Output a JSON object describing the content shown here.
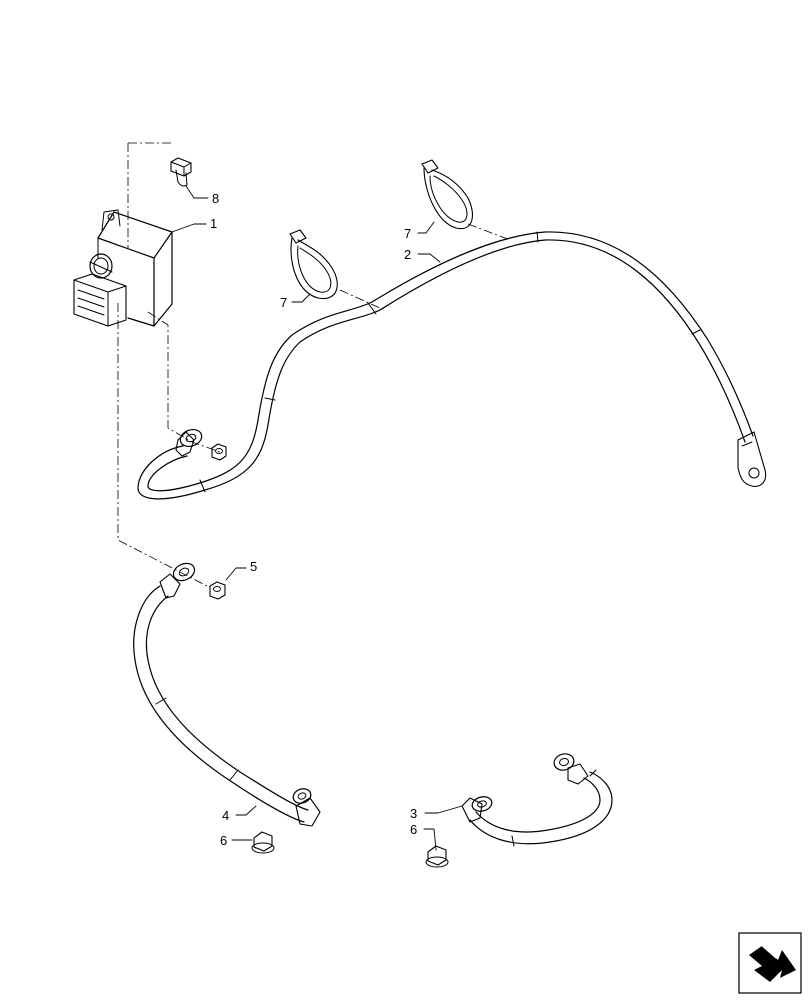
{
  "diagram": {
    "callouts": [
      "1",
      "2",
      "3",
      "4",
      "5",
      "6",
      "6",
      "7",
      "7",
      "8"
    ],
    "icons": {
      "navigation": "next-page-arrow-icon"
    }
  }
}
